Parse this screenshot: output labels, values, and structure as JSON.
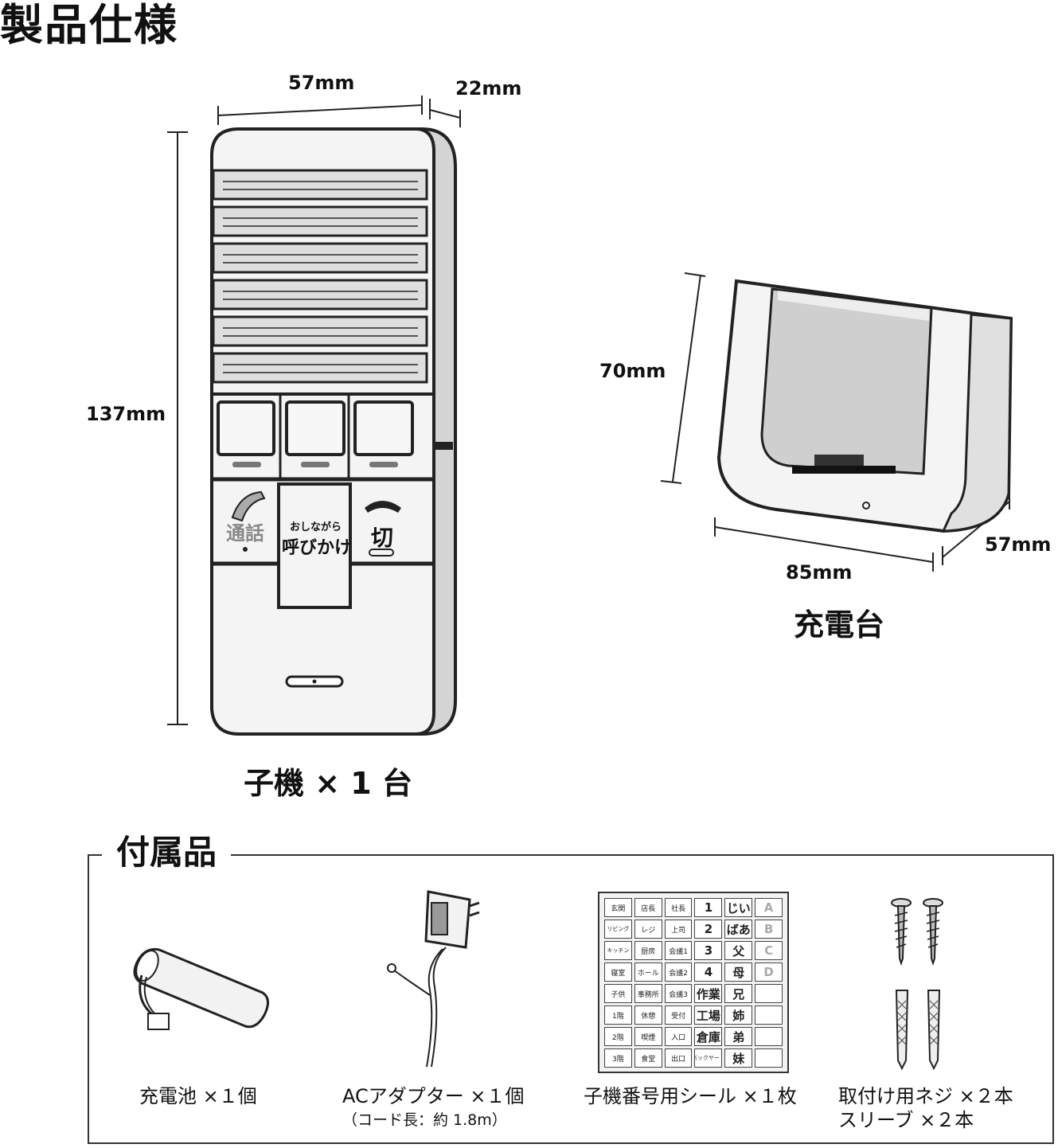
{
  "title": "製品仕様",
  "handset": {
    "width": "57mm",
    "depth": "22mm",
    "height": "137mm",
    "caption": "子機 × 1 台",
    "buttons": {
      "call_label": "通話",
      "callout_small": "おしながら",
      "callout_large": "呼びかけ",
      "end_label": "切"
    }
  },
  "charger": {
    "height": "70mm",
    "width": "85mm",
    "depth": "57mm",
    "caption": "充電台"
  },
  "accessories": {
    "title": "付属品",
    "items": [
      {
        "label": "充電池 ×１個",
        "sub": ""
      },
      {
        "label": "ACアダプター ×１個",
        "sub": "（コード長：約 1.8m）"
      },
      {
        "label": "子機番号用シール ×１枚",
        "sub": ""
      },
      {
        "label": "取付け用ネジ ×２本",
        "sub": "スリーブ ×２本"
      }
    ],
    "sticker_sheet": {
      "rows": [
        [
          "玄関",
          "店長",
          "社長",
          "1",
          "じい",
          "A"
        ],
        [
          "リビング",
          "レジ",
          "上司",
          "2",
          "ばあ",
          "B"
        ],
        [
          "キッチン",
          "厨房",
          "会議1",
          "3",
          "父",
          "C"
        ],
        [
          "寝室",
          "ホール",
          "会議2",
          "4",
          "母",
          "D"
        ],
        [
          "子供",
          "事務所",
          "会議3",
          "作業",
          "兄",
          ""
        ],
        [
          "1階",
          "休憩",
          "受付",
          "工場",
          "姉",
          ""
        ],
        [
          "2階",
          "喫煙",
          "入口",
          "倉庫",
          "弟",
          ""
        ],
        [
          "3階",
          "食堂",
          "出口",
          "バックヤード",
          "妹",
          ""
        ]
      ]
    }
  }
}
